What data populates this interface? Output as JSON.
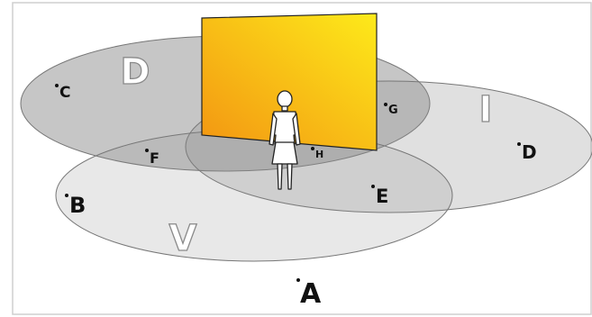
{
  "diagram": {
    "zone_letters": {
      "top": "D",
      "right": "I",
      "bottom": "V"
    },
    "points": {
      "A": "A",
      "B": "B",
      "C": "C",
      "D": "D",
      "E": "E",
      "F": "F",
      "G": "G",
      "H": "H"
    },
    "colors": {
      "zone_fill": "#8e8e8e",
      "zone_stroke": "#777777",
      "panel_gradient_start": "#f39512",
      "panel_gradient_end": "#fdea1a",
      "figure_fill": "#ffffff",
      "frame_border": "#cfcfcf"
    }
  }
}
